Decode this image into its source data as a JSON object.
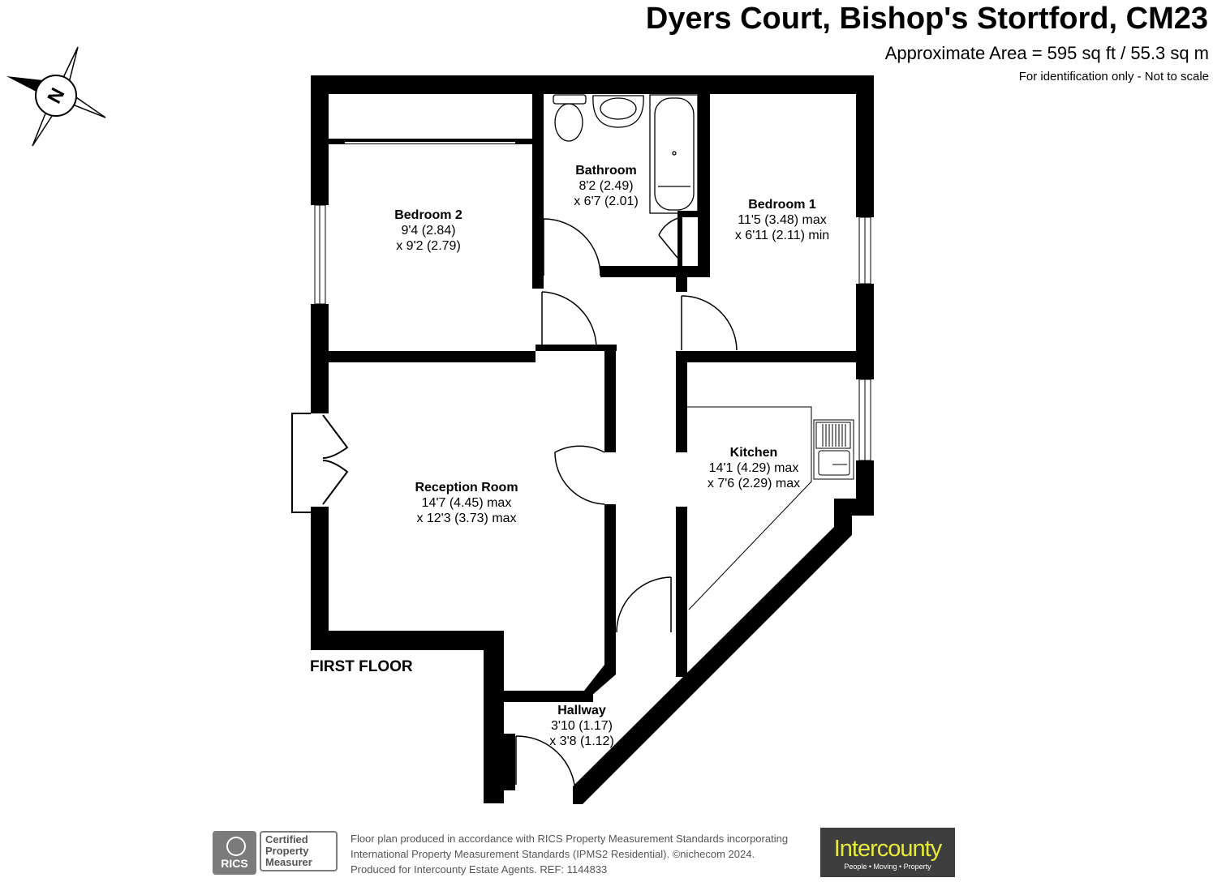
{
  "header": {
    "title": "Dyers Court, Bishop's Stortford, CM23",
    "area": "Approximate Area = 595 sq ft / 55.3 sq m",
    "note": "For identification only - Not to scale"
  },
  "compass": {
    "label": "N"
  },
  "rooms": [
    {
      "name": "Bedroom 2",
      "dim1": "9'4 (2.84)",
      "dim2": "x 9'2 (2.79)"
    },
    {
      "name": "Bathroom",
      "dim1": "8'2 (2.49)",
      "dim2": "x 6'7 (2.01)"
    },
    {
      "name": "Bedroom 1",
      "dim1": "11'5 (3.48) max",
      "dim2": "x 6'11 (2.11) min"
    },
    {
      "name": "Kitchen",
      "dim1": "14'1 (4.29) max",
      "dim2": "x 7'6 (2.29) max"
    },
    {
      "name": "Reception Room",
      "dim1": "14'7 (4.45) max",
      "dim2": "x 12'3 (3.73) max"
    },
    {
      "name": "Hallway",
      "dim1": "3'10 (1.17)",
      "dim2": "x 3'8 (1.12)"
    }
  ],
  "floor_label": "FIRST FLOOR",
  "footer": {
    "rics_badge": "RICS",
    "rics_line1": "Certified",
    "rics_line2": "Property",
    "rics_line3": "Measurer",
    "line1": "Floor plan produced in accordance with RICS Property Measurement Standards incorporating",
    "line2": "International Property Measurement Standards (IPMS2 Residential).  ©nichecom 2024.",
    "line3": "Produced for Intercounty Estate Agents.   REF:  1144833",
    "brand_name": "Intercounty",
    "brand_tagline": "People • Moving • Property"
  },
  "colors": {
    "wall": "#000000",
    "brand_bg": "#3e3e3e",
    "brand_text": "#e6ea3c",
    "rics_grey": "#7b7b7b"
  }
}
